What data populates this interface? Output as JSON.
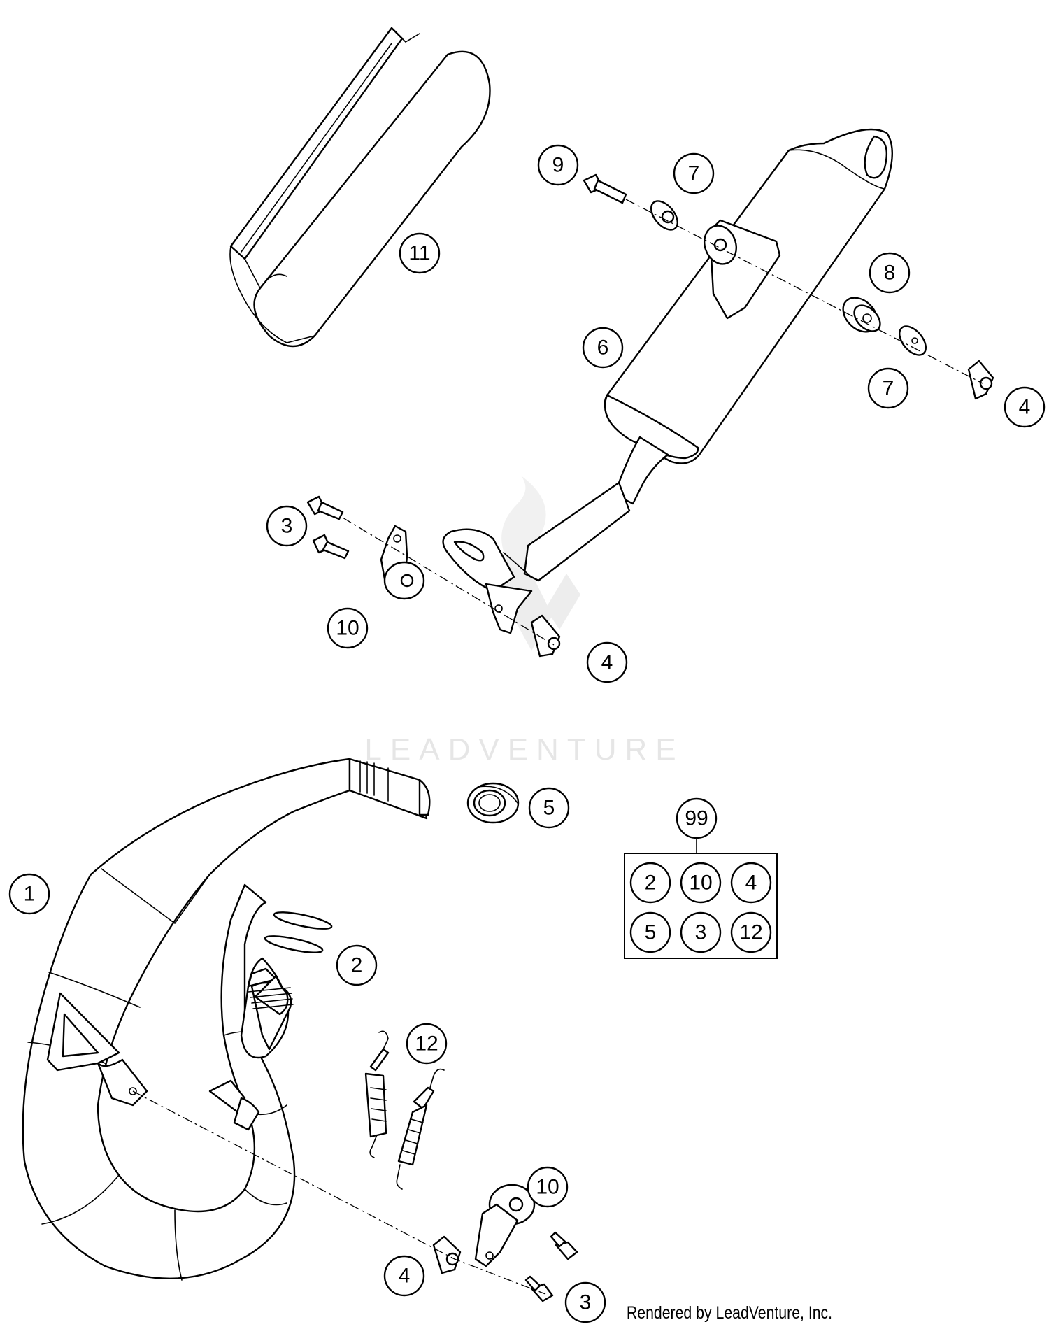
{
  "callouts": {
    "c1": "1",
    "c2": "2",
    "c3a": "3",
    "c3b": "3",
    "c4a": "4",
    "c4b": "4",
    "c4c": "4",
    "c5": "5",
    "c6": "6",
    "c7a": "7",
    "c7b": "7",
    "c8": "8",
    "c9": "9",
    "c10a": "10",
    "c10b": "10",
    "c11": "11",
    "c12": "12"
  },
  "kit": {
    "number": "99",
    "items": [
      "2",
      "10",
      "4",
      "5",
      "3",
      "12"
    ]
  },
  "watermark": "LEADVENTURE",
  "credit": "Rendered by LeadVenture, Inc."
}
